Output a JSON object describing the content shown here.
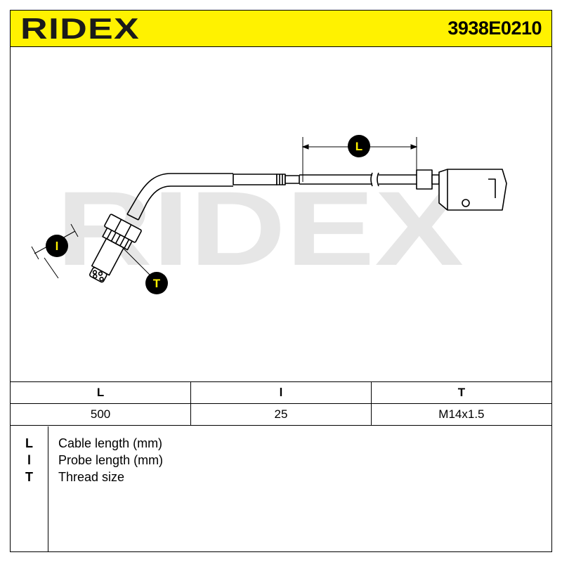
{
  "header": {
    "brand": "RIDEX",
    "part_number": "3938E0210",
    "background": "#fff200"
  },
  "drawing": {
    "watermark": "RIDEX",
    "watermark_color": "#e6e6e6",
    "callouts": {
      "L": "L",
      "l": "l",
      "T": "T"
    },
    "callout_fill": "#000000",
    "callout_text": "#fff200"
  },
  "spec_table": {
    "headers": [
      "L",
      "l",
      "T"
    ],
    "values": [
      "500",
      "25",
      "M14x1.5"
    ]
  },
  "legend": [
    {
      "key": "L",
      "description": "Cable length (mm)"
    },
    {
      "key": "l",
      "description": "Probe length (mm)"
    },
    {
      "key": "T",
      "description": "Thread size"
    }
  ]
}
